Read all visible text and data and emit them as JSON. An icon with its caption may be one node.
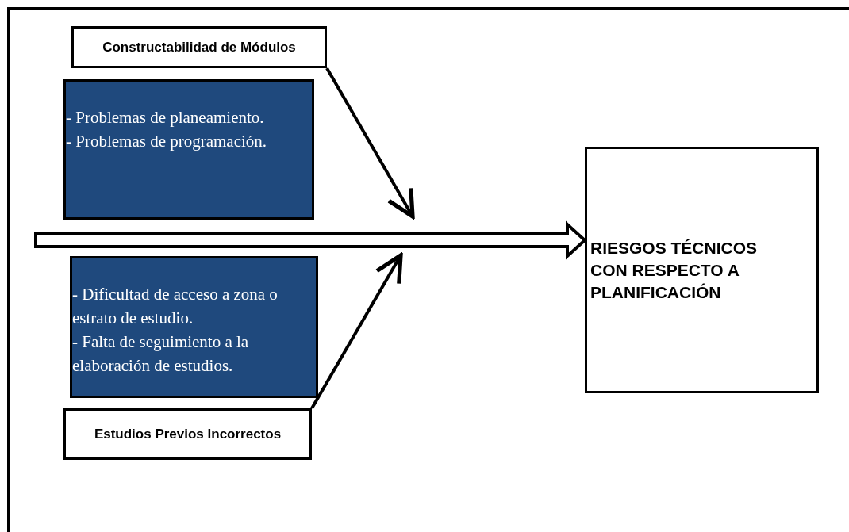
{
  "diagram": {
    "nodes": [
      {
        "text": [
          "Constructabilidad de Módulos"
        ]
      },
      {
        "text": [
          "- Problemas de planeamiento.",
          "- Problemas de programación."
        ]
      },
      {
        "text": [
          "- Dificultad de acceso a zona o estrato de estudio.",
          "- Falta de seguimiento a la elaboración de estudios."
        ]
      },
      {
        "text": [
          "Estudios Previos Incorrectos"
        ]
      },
      {
        "text": [
          "RIESGOS TÉCNICOS CON RESPECTO A PLANIFICACIÓN"
        ]
      }
    ],
    "edges": [
      {
        "from": null,
        "to": 4,
        "arrow": "to",
        "style": "thick"
      },
      {
        "from": 0,
        "to": null,
        "arrow": "to"
      },
      {
        "from": 3,
        "to": null,
        "arrow": "to"
      }
    ]
  }
}
